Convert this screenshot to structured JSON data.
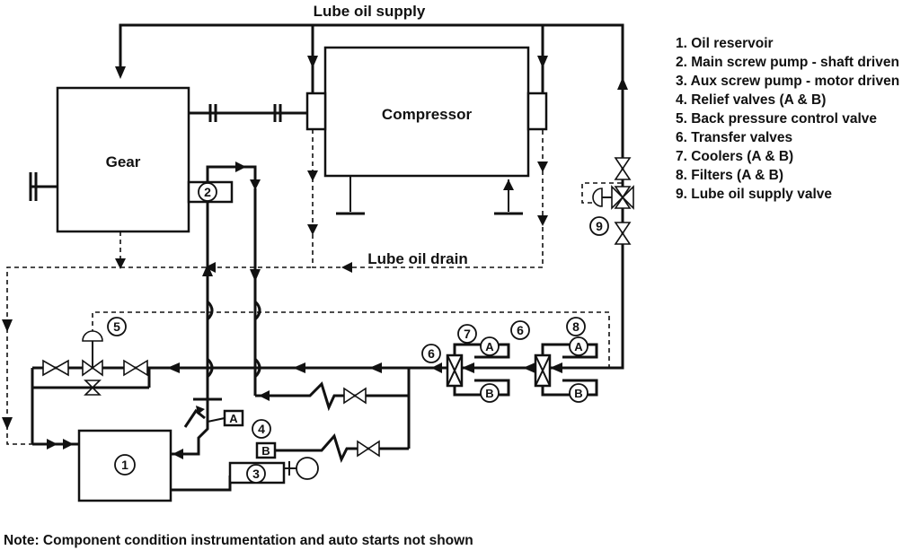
{
  "labels": {
    "supply": "Lube oil supply",
    "drain": "Lube oil drain",
    "compressor": "Compressor",
    "gear": "Gear",
    "note": "Note: Component condition instrumentation and auto starts not shown"
  },
  "legend": [
    "1. Oil reservoir",
    "2. Main screw pump - shaft driven",
    "3. Aux screw pump - motor driven",
    "4. Relief valves (A & B)",
    "5. Back pressure control valve",
    "6. Transfer valves",
    "7. Coolers (A & B)",
    "8. Filters (A & B)",
    "9. Lube oil supply valve"
  ],
  "tags": {
    "reservoir": "1",
    "main_pump": "2",
    "aux_pump": "3",
    "relief": "4",
    "backpressure": "5",
    "transfer_a": "6",
    "transfer_b": "6",
    "coolers": "7",
    "filters": "8",
    "supply_valve": "9",
    "a": "A",
    "b": "B"
  }
}
